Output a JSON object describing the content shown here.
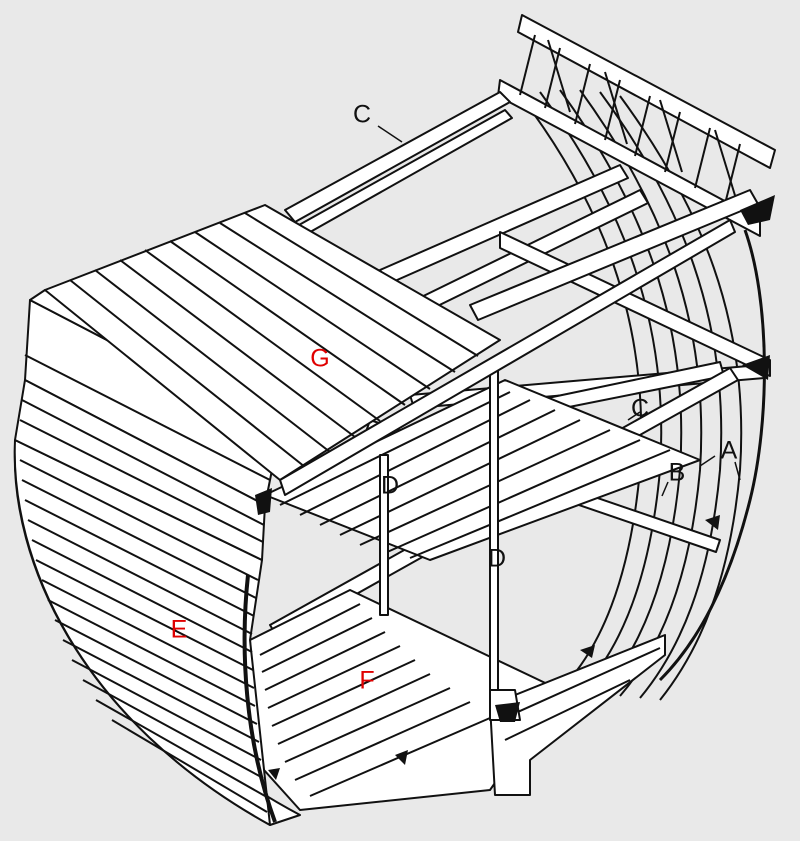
{
  "colors": {
    "background": "#e9e9e9",
    "line": "#111111",
    "fill": "#ffffff",
    "label_black": "#111111",
    "label_red": "#e00000"
  },
  "labels": {
    "c_top": "C",
    "c_mid": "C",
    "a": "A",
    "b": "B",
    "d_left": "D",
    "d_right": "D",
    "e": "E",
    "f": "F",
    "g": "G"
  }
}
